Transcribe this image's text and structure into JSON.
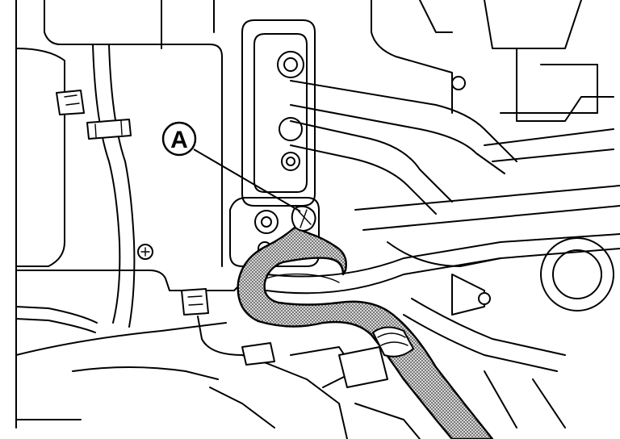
{
  "callouts": [
    {
      "letter": "A"
    }
  ],
  "colors": {
    "line": "#000000",
    "background": "#ffffff",
    "highlight_pattern": "stippled-gray"
  },
  "icons": [
    "callout-circle",
    "bolt-icon",
    "hose-clamp-icon"
  ]
}
